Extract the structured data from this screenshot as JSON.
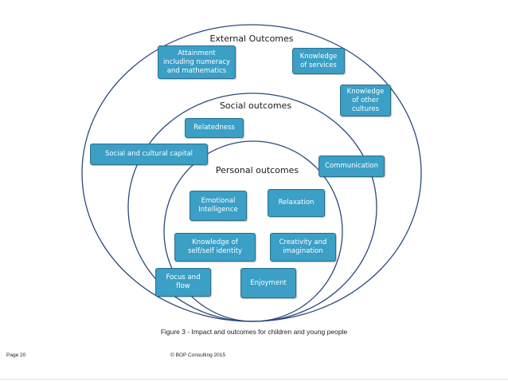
{
  "circles": {
    "external": {
      "title": "External Outcomes"
    },
    "social": {
      "title": "Social  outcomes"
    },
    "personal": {
      "title": "Personal outcomes"
    }
  },
  "boxes": {
    "attainment": [
      "Attainment",
      "including numeracy",
      "and mathematics"
    ],
    "knowledge_services": [
      "Knowledge",
      "of services"
    ],
    "knowledge_cultures": [
      "Knowledge",
      "of other",
      "cultures"
    ],
    "relatedness": [
      "Relatedness"
    ],
    "social_capital": [
      "Social and cultural capital"
    ],
    "communication": [
      "Communication"
    ],
    "emotional": [
      "Emotional",
      "Intelligence"
    ],
    "relaxation": [
      "Relaxation"
    ],
    "self_identity": [
      "Knowledge of",
      "self/self identity"
    ],
    "creativity": [
      "Creativity and",
      "imagination"
    ],
    "focus": [
      "Focus and",
      "flow"
    ],
    "enjoyment": [
      "Enjoyment"
    ]
  },
  "colors": {
    "box_fill": "#3b9fc6",
    "box_border": "#2b6f8f",
    "circle_stroke": "#2a4a78"
  },
  "caption": "Figure 3 - Impact and outcomes for children and young people",
  "footer": {
    "page": "Page 20",
    "copyright": "© BOP Consulting 2015"
  }
}
